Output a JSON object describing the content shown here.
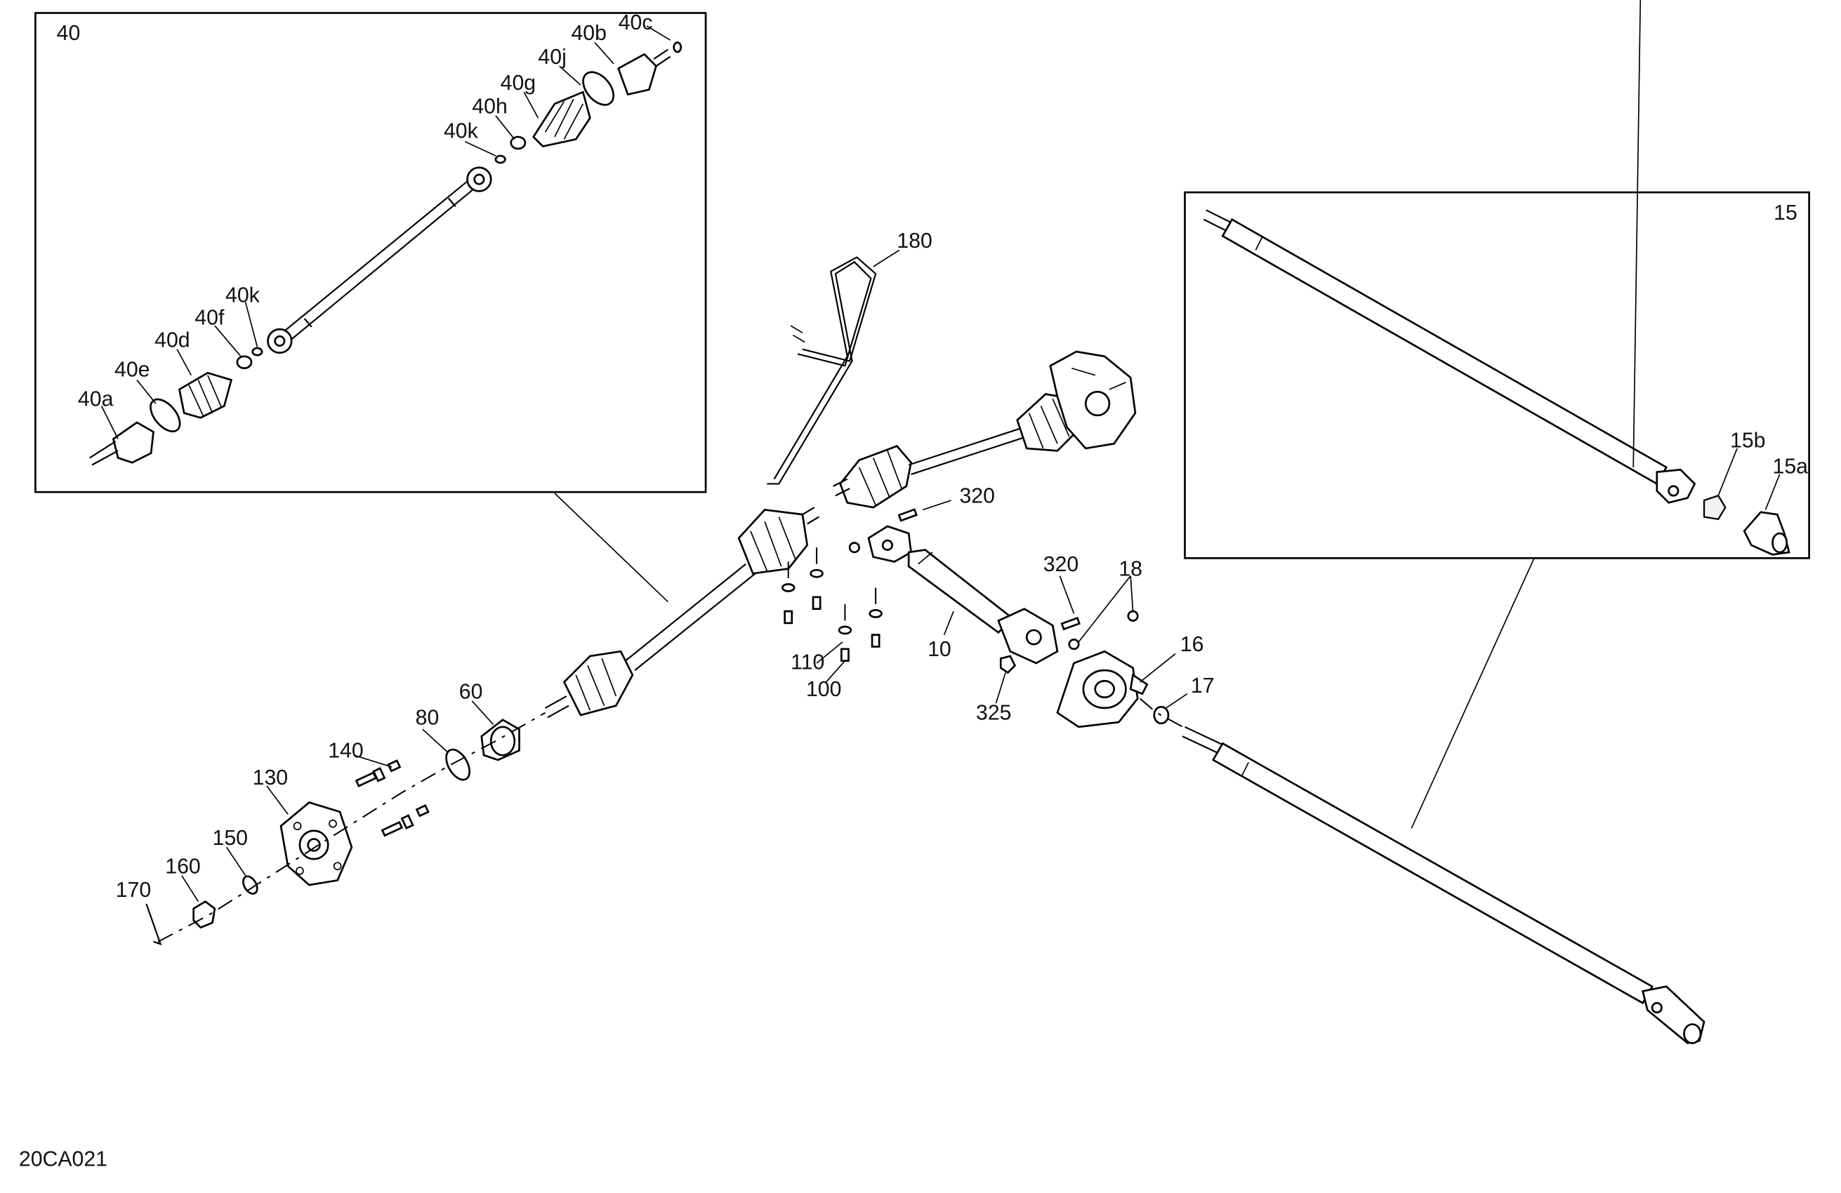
{
  "diagram_id": "20CA021",
  "insets": {
    "axle_detail": "40",
    "driveshaft_detail": "15"
  },
  "labels": {
    "l40a": "40a",
    "l40b": "40b",
    "l40c": "40c",
    "l40d": "40d",
    "l40e": "40e",
    "l40f": "40f",
    "l40g": "40g",
    "l40h": "40h",
    "l40j": "40j",
    "l40k1": "40k",
    "l40k2": "40k",
    "l15a": "15a",
    "l15b": "15b",
    "l10": "10",
    "l16": "16",
    "l17": "17",
    "l18": "18",
    "l60": "60",
    "l80": "80",
    "l100": "100",
    "l110": "110",
    "l130": "130",
    "l140": "140",
    "l150": "150",
    "l160": "160",
    "l170": "170",
    "l180": "180",
    "l320a": "320",
    "l320b": "320",
    "l325": "325"
  }
}
